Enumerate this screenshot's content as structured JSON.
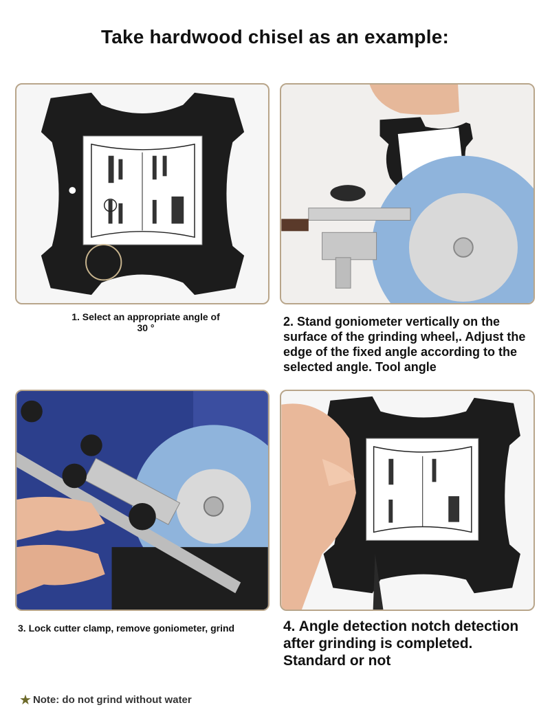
{
  "title": "Take hardwood chisel as an example:",
  "steps": [
    {
      "caption_line1": "1. Select an appropriate angle of",
      "caption_line2": "30 °"
    },
    {
      "caption": "2. Stand goniometer vertically on the surface of the grinding wheel,. Adjust the edge of the fixed angle according to the selected angle. Tool angle"
    },
    {
      "caption": "3. Lock cutter clamp, remove goniometer, grind"
    },
    {
      "caption": "4. Angle detection notch detection after grinding is completed. Standard or not"
    }
  ],
  "note": {
    "star_icon": "star-icon",
    "text": "Note: do not grind without water"
  },
  "colors": {
    "panel_border": "#b8a58a",
    "gauge_black": "#1c1c1c",
    "wheel_blue": "#8fb4dc",
    "clamp_blue": "#2c3f8c",
    "note_star": "#6d6a2a"
  }
}
